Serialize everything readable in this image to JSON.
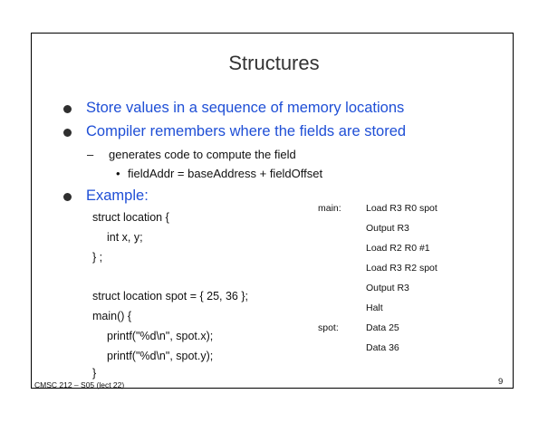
{
  "slide": {
    "title": "Structures",
    "bullets": [
      "Store values in a sequence of memory locations",
      "Compiler remembers where the fields are stored",
      "Example:"
    ],
    "sub_bullet": {
      "marker": "–",
      "text": "generates code to compute the field"
    },
    "sub_sub_bullet": {
      "marker": "•",
      "text": "fieldAddr = baseAddress + fieldOffset"
    },
    "code": [
      "struct location {",
      "int x, y;",
      "} ;",
      "struct location spot = { 25, 36 };",
      "main() {",
      "printf(\"%d\\n\", spot.x);",
      "printf(\"%d\\n\", spot.y);",
      "}"
    ],
    "assembly": {
      "labels": [
        "main:",
        "spot:"
      ],
      "lines": [
        "Load R3 R0 spot",
        "Output R3",
        "Load R2 R0 #1",
        "Load R3 R2 spot",
        "Output R3",
        "Halt",
        "Data 25",
        "Data 36"
      ]
    },
    "footer_left": "CMSC 212 – S05 (lect 22)",
    "page_number": "9",
    "colors": {
      "bullet_text": "#1f4fd6",
      "bullet_dot": "#2f2f2f",
      "frame": "#000000"
    }
  }
}
